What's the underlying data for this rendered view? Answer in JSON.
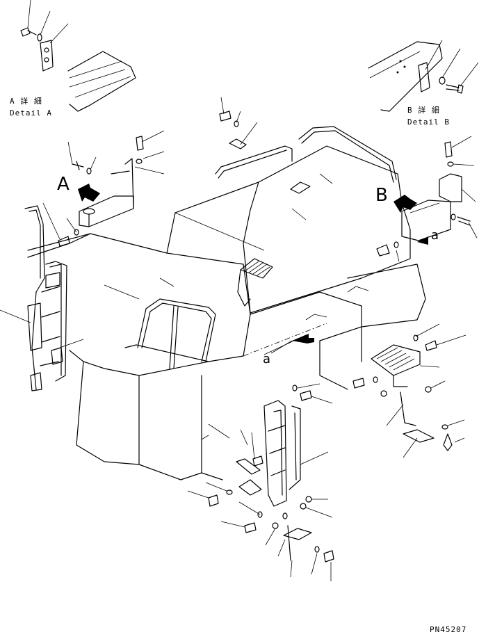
{
  "detail_a": {
    "caption_jp": "A 詳 細",
    "caption_en": "Detail A"
  },
  "detail_b": {
    "caption_jp": "B 詳 細",
    "caption_en": "Detail B"
  },
  "view_markers": {
    "a_big": "A",
    "b_big": "B",
    "a_small_right": "a",
    "a_small_center": "a"
  },
  "part_number": "PN45207"
}
